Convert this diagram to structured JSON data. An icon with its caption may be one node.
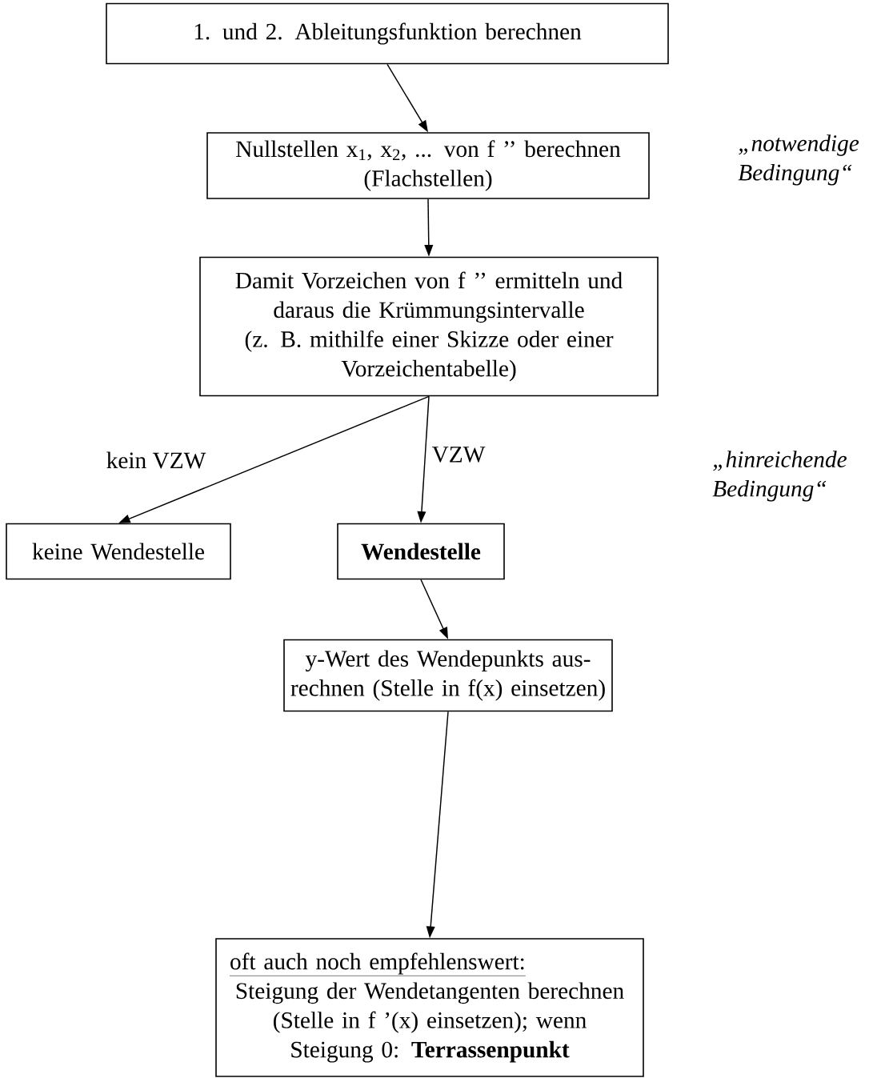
{
  "diagram": {
    "nodes": [
      {
        "text": [
          "1. und 2. Ableitungsfunktion berechnen"
        ]
      },
      {
        "text": [
          "Nullstellen x$_{1}$, x$_{2}$, ... von f ’’ berechnen",
          "(Flachstellen)"
        ]
      },
      {
        "text": [
          "Damit Vorzeichen von f ’’ ermitteln und daraus die Krümmungsintervalle",
          "(z. B. mithilfe einer Skizze oder einer Vorzeichentabelle)"
        ]
      },
      {
        "text": [
          "keine Wendestelle"
        ]
      },
      {
        "text": [
          "Wendestelle"
        ]
      },
      {
        "text": [
          "y-Wert des Wendepunkts aus- rechnen (Stelle in f(x) einsetzen)"
        ]
      },
      {
        "text": [
          "oft auch noch empfehlenswert:",
          "Steigung der Wendetangenten berechnen (Stelle in f ’(x) einsetzen); wenn Steigung 0: **Terrassenpunkt**"
        ]
      }
    ],
    "edges": [
      {
        "from": 0,
        "to": 1,
        "arrow": "to"
      },
      {
        "from": 1,
        "to": 2,
        "arrow": "to"
      },
      {
        "from": 2,
        "to": 3,
        "arrow": "to",
        "label": "kein VZW"
      },
      {
        "from": 2,
        "to": 4,
        "arrow": "to",
        "label": "VZW"
      },
      {
        "from": 4,
        "to": 5,
        "arrow": "to"
      },
      {
        "from": 5,
        "to": 6,
        "arrow": "to"
      }
    ],
    "labels": [
      "„notwendige Bedingung“",
      "„hinreichende Bedingung“"
    ]
  }
}
